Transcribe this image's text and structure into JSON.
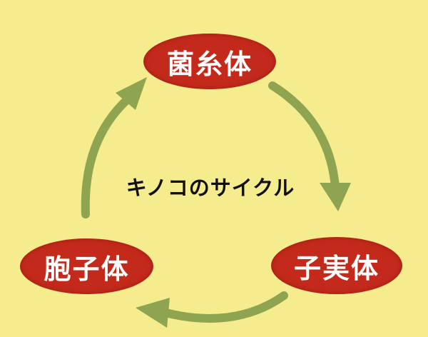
{
  "diagram": {
    "title": "キノコのサイクル",
    "nodes": {
      "top": "菌糸体",
      "right": "子実体",
      "left": "胞子体"
    },
    "colors": {
      "background": "#f5ec8e",
      "node_fill": "#c42a1b",
      "node_text": "#ffffff",
      "arrow": "#8fa450",
      "title_text": "#111111"
    }
  }
}
